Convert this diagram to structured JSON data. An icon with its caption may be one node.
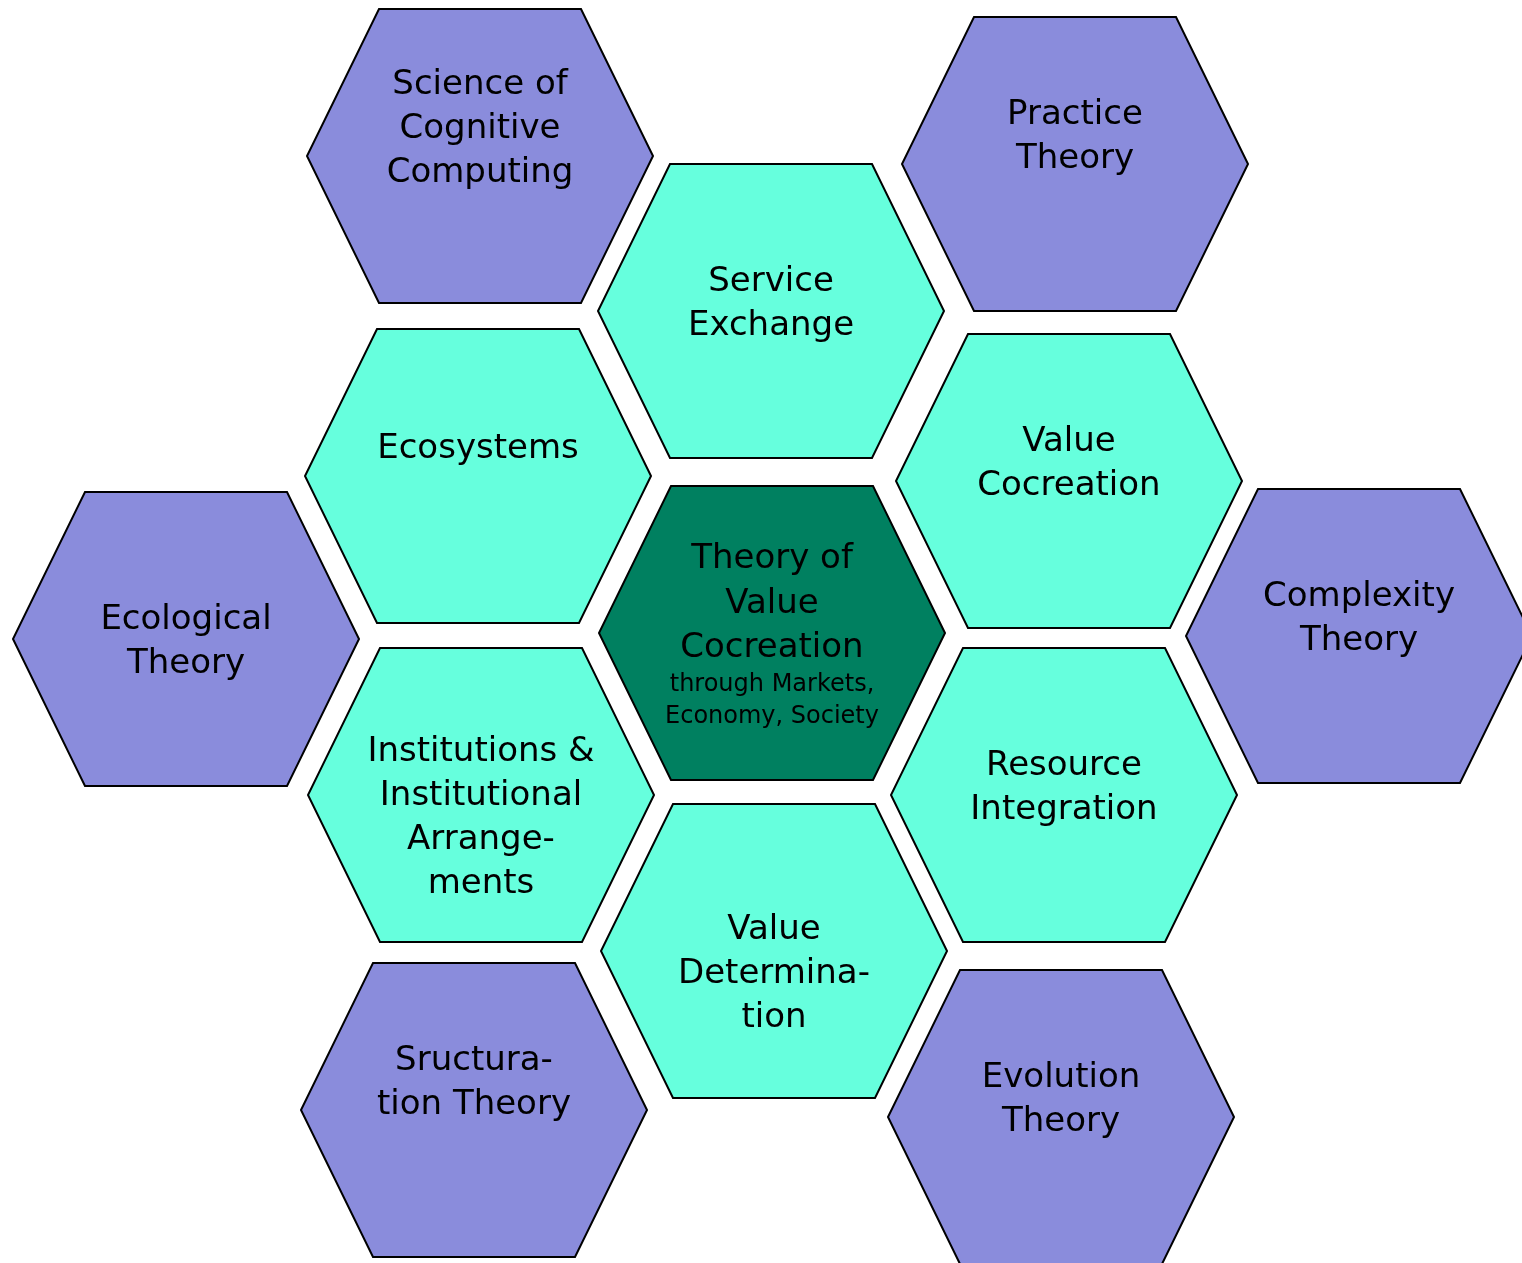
{
  "diagram": {
    "nodes": [
      {
        "text": [
          "Science of Cognitive Computing"
        ]
      },
      {
        "text": [
          "Practice Theory"
        ]
      },
      {
        "text": [
          "Service Exchange"
        ]
      },
      {
        "text": [
          "Ecosystems"
        ]
      },
      {
        "text": [
          "Value Cocreation"
        ]
      },
      {
        "text": [
          "Ecological Theory"
        ]
      },
      {
        "text": [
          "Theory of Value Cocreation",
          "through Markets, Economy, Society"
        ]
      },
      {
        "text": [
          "Complexity Theory"
        ]
      },
      {
        "text": [
          "Institutions & Institutional Arrange- ments"
        ]
      },
      {
        "text": [
          "Resource Integration"
        ]
      },
      {
        "text": [
          "Value Determina- tion"
        ]
      },
      {
        "text": [
          "Sructura- tion Theory"
        ]
      },
      {
        "text": [
          "Evolution Theory"
        ]
      }
    ],
    "edges": []
  }
}
